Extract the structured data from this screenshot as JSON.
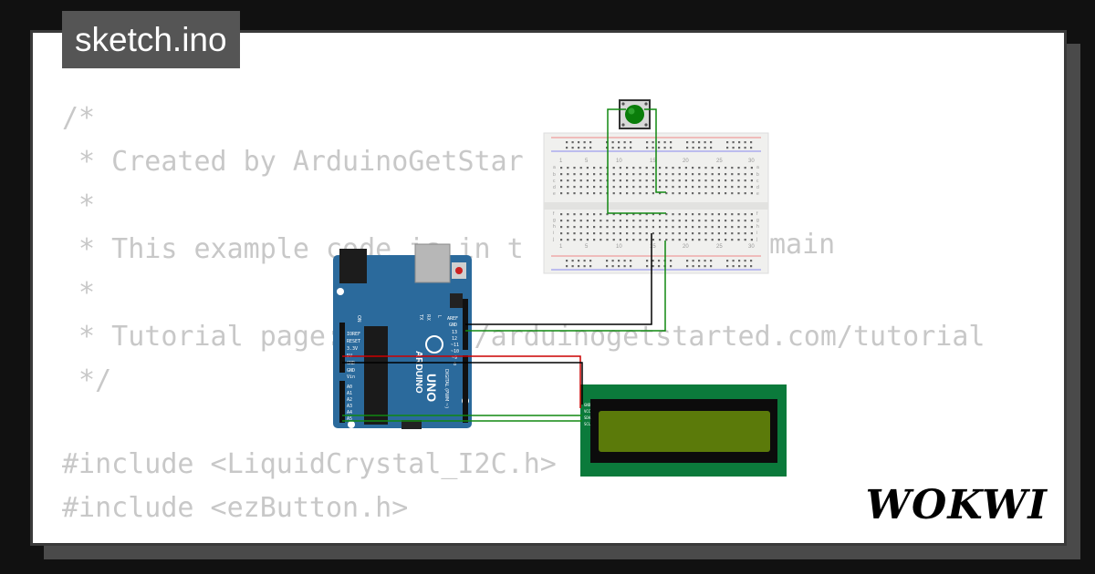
{
  "window": {
    "title": "sketch.ino"
  },
  "code": {
    "lines": [
      "/*",
      " * Created by ArduinoGetStar",
      " *",
      " * This example code is in t",
      " *",
      " * Tutorial page: https://arduinogetstarted.com/tutorial",
      " */",
      "",
      "#include <LiquidCrystal_I2C.h>",
      "#include <ezButton.h>"
    ],
    "tail_1": "main"
  },
  "brand": {
    "logo": "WOKWI"
  },
  "board": {
    "model": "UNO",
    "brand": "ARDUINO",
    "pin_labels_power": [
      "IOREF",
      "RESET",
      "3.3V",
      "5V",
      "GND",
      "GND",
      "Vin"
    ],
    "pin_labels_analog": [
      "A0",
      "A1",
      "A2",
      "A3",
      "A4",
      "A5"
    ],
    "pin_labels_digital": [
      "AREF",
      "GND",
      "13",
      "12",
      "~11",
      "~10",
      "~9",
      "8"
    ],
    "text_digital": "DIGITAL (PWM ~)",
    "text_tx_rx": [
      "TX",
      "RX"
    ],
    "text_l": "L",
    "text_on": "ON"
  },
  "breadboard": {
    "column_numbers": [
      "1",
      "5",
      "10",
      "15",
      "20",
      "25",
      "30"
    ],
    "row_letters_top": [
      "a",
      "b",
      "c",
      "d",
      "e"
    ],
    "row_letters_bottom": [
      "f",
      "g",
      "h",
      "i",
      "j"
    ]
  },
  "lcd": {
    "pin_labels": [
      "GND",
      "VCC",
      "SDA",
      "SCL"
    ]
  },
  "colors": {
    "wire_red": "#cc0000",
    "wire_black": "#000000",
    "wire_green": "#118811",
    "board_blue": "#2b6a9c",
    "lcd_pcb": "#0b7a3b",
    "lcd_screen": "#5b7a0a",
    "button_cap": "#0a7d0a"
  }
}
